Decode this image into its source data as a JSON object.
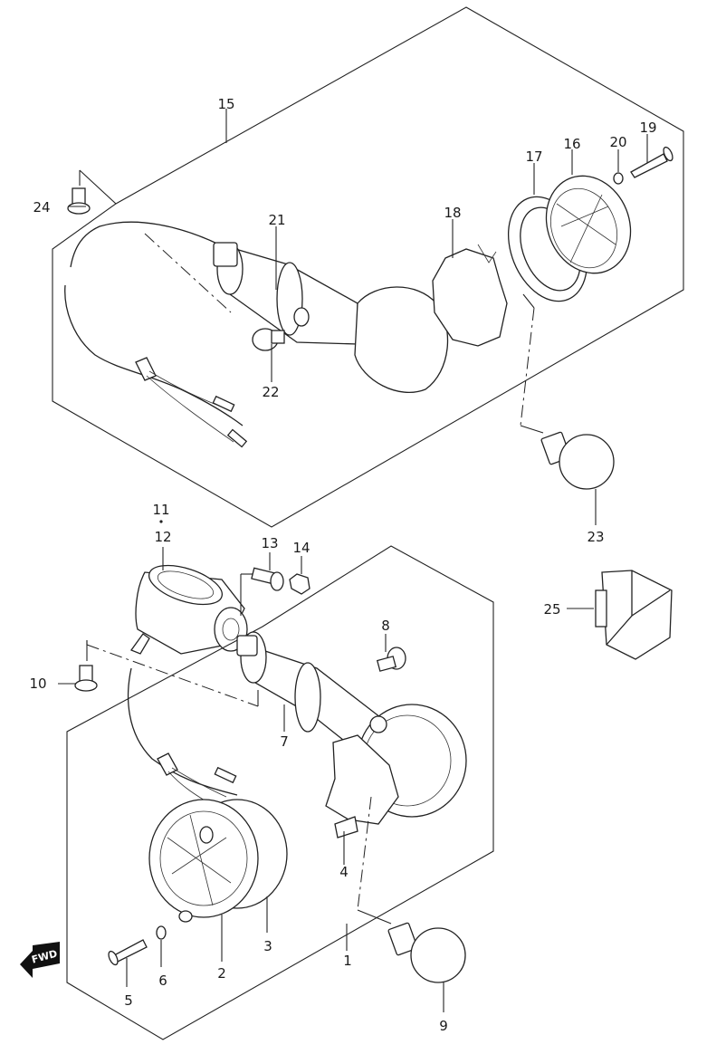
{
  "callouts": [
    {
      "id": "c1",
      "label": "1"
    },
    {
      "id": "c2",
      "label": "2"
    },
    {
      "id": "c3",
      "label": "3"
    },
    {
      "id": "c4",
      "label": "4"
    },
    {
      "id": "c5",
      "label": "5"
    },
    {
      "id": "c6",
      "label": "6"
    },
    {
      "id": "c7",
      "label": "7"
    },
    {
      "id": "c8",
      "label": "8"
    },
    {
      "id": "c9",
      "label": "9"
    },
    {
      "id": "c10",
      "label": "10"
    },
    {
      "id": "c11",
      "label": "11"
    },
    {
      "id": "c12",
      "label": "12"
    },
    {
      "id": "c13",
      "label": "13"
    },
    {
      "id": "c14",
      "label": "14"
    },
    {
      "id": "c15",
      "label": "15"
    },
    {
      "id": "c16",
      "label": "16"
    },
    {
      "id": "c17",
      "label": "17"
    },
    {
      "id": "c18",
      "label": "18"
    },
    {
      "id": "c19",
      "label": "19"
    },
    {
      "id": "c20",
      "label": "20"
    },
    {
      "id": "c21",
      "label": "21"
    },
    {
      "id": "c22",
      "label": "22"
    },
    {
      "id": "c23",
      "label": "23"
    },
    {
      "id": "c24",
      "label": "24"
    },
    {
      "id": "c25",
      "label": "25"
    }
  ],
  "fwd_badge": {
    "label": "FWD"
  }
}
